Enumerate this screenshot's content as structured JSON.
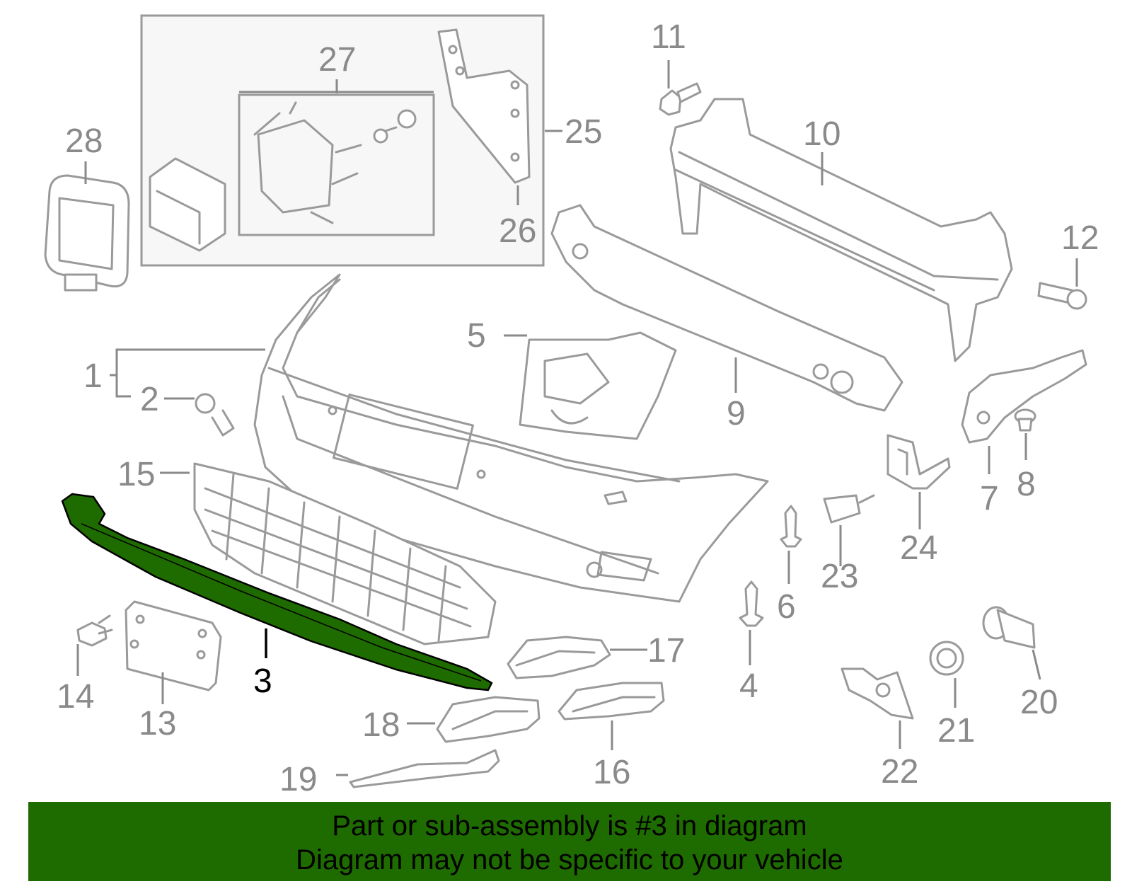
{
  "colors": {
    "part_stroke": "#9a9a9a",
    "label_gray": "#8a8a8a",
    "highlight_fill": "#1e6b00",
    "highlight_label": "#000000",
    "banner_bg": "#1e6b00"
  },
  "labels": {
    "p1": "1",
    "p2": "2",
    "p3": "3",
    "p4": "4",
    "p5": "5",
    "p6": "6",
    "p7": "7",
    "p8": "8",
    "p9": "9",
    "p10": "10",
    "p11": "11",
    "p12": "12",
    "p13": "13",
    "p14": "14",
    "p15": "15",
    "p16": "16",
    "p17": "17",
    "p18": "18",
    "p19": "19",
    "p20": "20",
    "p21": "21",
    "p22": "22",
    "p23": "23",
    "p24": "24",
    "p25": "25",
    "p26": "26",
    "p27": "27",
    "p28": "28"
  },
  "highlighted_part": "3",
  "banner": {
    "line1": "Part or sub-assembly is #3 in diagram",
    "line2": "Diagram may not be specific to your vehicle"
  }
}
